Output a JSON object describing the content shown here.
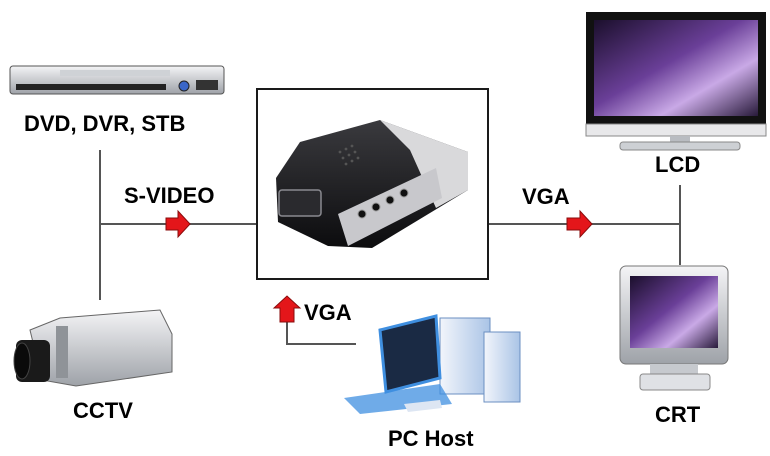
{
  "devices": {
    "dvd_label": "DVD, DVR, STB",
    "cctv_label": "CCTV",
    "lcd_label": "LCD",
    "crt_label": "CRT",
    "pc_label": "PC Host"
  },
  "connections": {
    "svideo_label": "S-VIDEO",
    "vga_out_label": "VGA",
    "vga_in_label": "VGA"
  },
  "colors": {
    "arrow": "#e4161a",
    "line": "#555555",
    "box_border": "#1a1a1a",
    "converter_body": "#1c1c1e",
    "converter_panel": "#d9d9db",
    "screen_glow": "#8d5db8",
    "pc_blue": "#3f8fe0"
  }
}
